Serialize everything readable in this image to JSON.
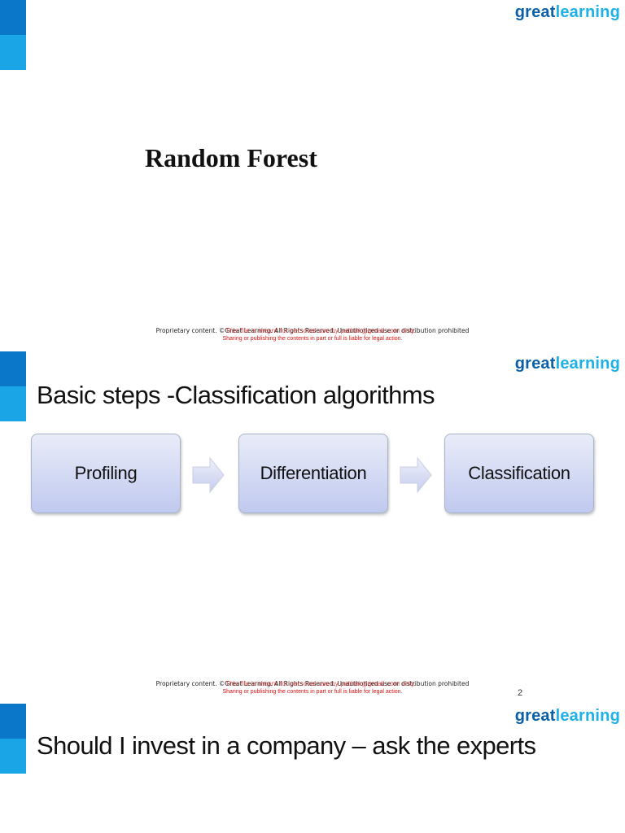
{
  "brand": {
    "logo_part1": "great",
    "logo_part2": "learning"
  },
  "slide1": {
    "title": "Random Forest",
    "footer_line1": "Proprietary content. ©Great Learning. All Rights Reserved. Unauthorized use or distribution prohibited",
    "footer_overlay": "This file is meant for personal use by pathak@gmail.com only.",
    "footer_line2": "Sharing or publishing the contents in part or full is liable for legal action."
  },
  "slide2": {
    "heading": "Basic steps -Classification algorithms",
    "steps": [
      "Profiling",
      "Differentiation",
      "Classification"
    ],
    "footer_line1": "Proprietary content. ©Great Learning. All Rights Reserved. Unauthorized use or distribution prohibited",
    "footer_overlay": "This file is meant for personal use by pathak@gmail.com only.",
    "footer_line2": "Sharing or publishing the contents in part or full is liable for legal action.",
    "page_number": "2"
  },
  "slide3": {
    "heading": "Should I invest in a company – ask the experts"
  },
  "colors": {
    "accent_dark": "#0a77c8",
    "accent_light": "#1aa6e6",
    "logo_dark": "#0b5fa5",
    "logo_light": "#1eb0e8",
    "footer_red": "#dd1111"
  }
}
